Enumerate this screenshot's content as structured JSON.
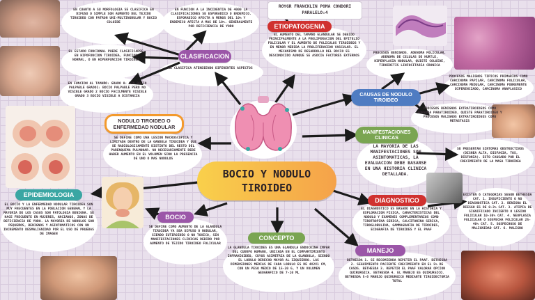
{
  "author": {
    "line1": "ROYGR FRANCKLIN POMA CONDORI",
    "line2": "PARALELO:4"
  },
  "central": {
    "title": "BOCIO Y NODULO TIROIDEO"
  },
  "nodes": {
    "clasificacion": "CLASIFICACION",
    "etiopatogenia": "ETIOPATOGENIA",
    "causas": "CAUSAS DE NODULO TIROIDEO",
    "manifestaciones": "MANIFESTACIONES CLINICAS",
    "diagnostico": "DIAGNOSTICO",
    "manejo": "MANEJO",
    "concepto": "CONCEPTO",
    "bocio": "BOCIO",
    "epidemiologia": "EPIDEMIOLOGIA",
    "nodulo_o_enfermedad": "NODULO TIROIDEO O ENFERMEDAD NODULAR"
  },
  "texts": {
    "clasif_funcional": "EN CUANTO A SU MORFOLOGIA SE CLASIFICA EN DIFUSO O SIMPLE SON AUMENTO DEL TEJIDO TIROIDEO CON PATRON UNI-MULTINODULAR Y BOCIO COLOIDE",
    "clasif_incidencia": "EN FUNCION A LA INCIDENTIA DE 4000 LA CLASIFICACIONES SE ESPORADICO O ENDEMICO. ESPORADICO AFECTA A MENOS DEL 10% Y ENDEMICO AFECTA A MAS DE 10%. GENERALMENTE POR DEFICIENCIA DE YODO",
    "clasif_estado": "EL ESTADO FUNCIONAL PUEDE CLASIFICARSE EN HIPOFUNCION TIROIDEA, FUNCION NORMAL, O EN HIPERFUNCION TIROIDEA",
    "clasif_tamano": "EN FUNCION AL TAMAÑO: GRADO 0: SIN BOCIO PALPABLE GRADO1: BOCIO PALPABLE PERO NO VISIBLE GRADO 2 BOCIO FACILMENTE VISIBLE GRADO 3 BOCIO VISIBLE A DISTANCIA",
    "clasif_aspectos": "SE CLASIFICA ATENDIENDO DIFERENTES ASPECTOS",
    "etiopatogenia": "EL AUMENTO DEL TAMAÑO GLANDULAR SE DEBIDO PRINCIPALMENTE A LA PROLIFERACION DEL EPITELIO FOLICULAR Y EL AUMENTO DE FOLICULOS TIROIDEOS Y EN MENOR MEDIDA LA PROLIFERACION VASCULAR. EL MECANISMO DE DESARROLLO DEL BOCIO ES DESCONOCIDO AUNQUE SE ASOCIA FACTORES EXTERNOS",
    "causas_benignos": "PROCESOS BENIGNOS. ADENOMA FOLICULAR, ADENOMA DE CELULAS DE HURTLE, HIPERPLASIA NODULAR, QUISTE COLOIDE, TIROIDITIS LINFOCITARIA CRONICA",
    "causas_malignos": "PROCESOS MALIGNOS TIPICOS PRIMARIOS COMO CARCINOMA PAPILAR, CARCINOMA FOLICULAR, CARCINOMA MEDULAR, CARCINOMA POBREMENTE DIFERENCIADO, CARCINOMA ANAPLASICO",
    "causas_extratiroideos": "PROCESOS BENIGNOS EXTRATIROIDEOS COMO ADENOMA PARATIROIDEO, QUISTE PARATIROIDEO Y PROCESOS MALIGNOS EXTRATIROIDEOS COMO METASTASIS",
    "manifestaciones": "LA MAYORIA DE LAS MANIFESTACIONES SON ASINTOMATICAS, LA EVALUACION DEBE BASARSE EN UNA HISTORIA CLINICA DETALLADA.",
    "sintomas": "SE PRESENTAN SINTOMAS OBSTRUCTIVOS (DISNEA ALTA, DISFAGIA, TOS, DISFONIA). ESTO CAUSADO POR EL CRECIMIENTO DE LA MASA TIROIDEA",
    "diagnostico": "EL DIAGNOSTICO ES BASADO EN LA HISTORIA Y EXPLORACION FISICA, CARACTERISTICAS DEL NODULO Y EXAMENES COMPLEMENTARIOS COMO TIROTROPINA SERICA, CALCITONINA SERICA, TIROGLOBULINA, GAMMAGRAFIA DE TIROIDES, ECOGRAFIA DE TIROIDES Y EL PAAF",
    "bethesda": "EXISTEN 6 CATEGORIAS SEGUN BETHESDA CAT. 1. INSUFICIENTE O NO DIAGNOSTICA CAT. 2. BENIGNA EL RIESGO ES DE 0-3% CAT. 3. ATIPIA DE SIGNIFICADO INCIERTO O LESION FOLICULAR 10-30% CAT. 4. NEOPLASIA FOLICULAR O SOSPECHA FOLICULAR 25-40% CAT. 5. SOSPECHOSO DE MALIGNIDAD CAT. 6. MALIGNO",
    "manejo": "BETHESDA 1. SE RECOMIENDA REPETIR EL PAAF. BETHESDA 2. SEGUIMIENTO PACIENTE CRECIMIENTO EN EL 5% DE CASOS. BETHESDA 3. REPETIR EL PAAF VALORAR OPCION QUIRURGICA. BETHESDA 4. EL MANEJO ES QUIRURGICO. BETHESDA 5-6 MANEJO QUIRURGICO MEDIANTE TIROIDECTOMIA TOTAL",
    "concepto": "LA GLANDULA TIROIDES ES UNA GLANDULA ENDOCRINA IMPAR DEL CUERPO HUMANO, UBICADA EN EL COMPARTIMIENTO INFRAHIOIDEO, CUYOS ASIMETRIA DE LA GLANDULA, SIENDO EL LOBULO DERECHO MAYOR AL IZQUIERDO. LAS DIMENSIONES MEDIAS DE CADA LOBULO ES DE 4x2x1 CM, CON UN PESO MEDIO DE 15-20 G, Y UN VOLUMEN GEOGRAFICO DE 7-10 ml",
    "bocio": "SE DEFINE COMO AUMENTO DE LA GLANDULA TIROIDEA YA SEA DIFUSO O NODULAR, SIENDO EUTIROIDEO O NO TOXICO, SIN MANIFESTACIONES CLINICAS DEBIDO POR AUMENTO DE TEJIDO TIROIDEO FOLICULAR",
    "epidemiologia": "EL BOCIO Y LA ENFERMEDAD NODULAR TIROIDEA SON MUY FRECUENTES EN LA POBLACION GENERAL Y LA MAYORIA DE LOS CASOS SON PATOLOGIA BENIGNA. SE HACE FRECUENTE EN MUJERES, ANCIANOS, ZONAS DE DEFICIENCIA DE YODO. LA MAYORIA DE NODULOS SON PEQUEÑOS, BENIGNOS Y ASINTOMATICOS CON UN INCREMENTO DESMALIGNIDAD POR EL USO DE PRUEBAS DE IMAGEN",
    "nodulo": "SE DEFINE COMO UNA LESION MACROSCOPICA Y LIMITADA DENTRO DE LA GANDULA TIROIDEA Y QUE SE RADIOLOGICAMENTE DISTINTO DEL RESTO DEL PARENQUIMA PULMONAR. NO NECESARIAMENTE DEBE HABER AUMENTO EN EL VOLUMEN SINO LA PRESENCIA DE UNO O MAS NODULOS"
  }
}
